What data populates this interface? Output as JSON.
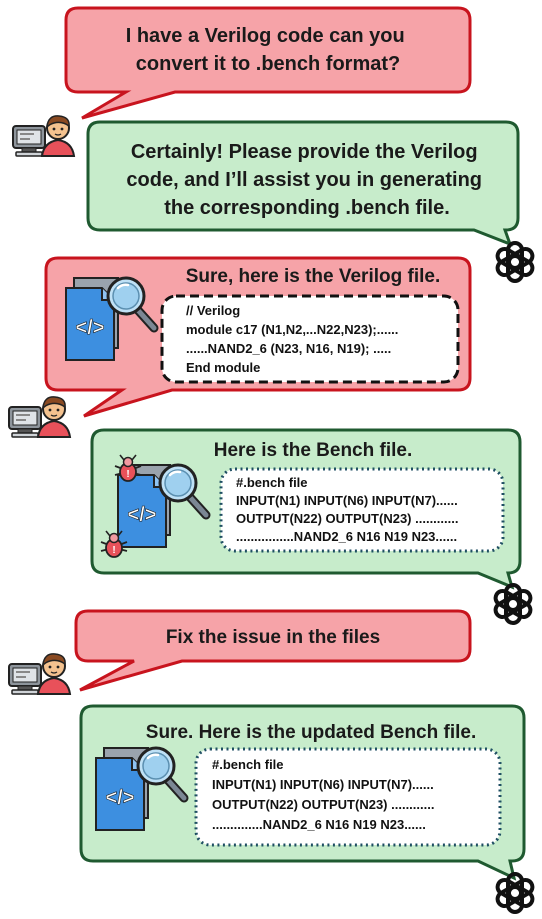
{
  "messages": [
    {
      "role": "user",
      "text_lines": [
        "I have a Verilog code can you",
        "convert it to .bench format?"
      ]
    },
    {
      "role": "assistant",
      "text_lines": [
        "Certainly! Please provide the Verilog",
        "code, and I’ll assist you in generating",
        "the corresponding .bench file."
      ]
    },
    {
      "role": "user",
      "title": "Sure, here is the Verilog file.",
      "code_lines": [
        "// Verilog",
        "module c17 (N1,N2,...N22,N23);......",
        "......NAND2_6 (N23, N16, N19); .....",
        "End module"
      ]
    },
    {
      "role": "assistant",
      "title": "Here is the Bench file.",
      "code_lines": [
        "#.bench file",
        "INPUT(N1)  INPUT(N6) INPUT(N7)......",
        "OUTPUT(N22) OUTPUT(N23) ............",
        "................NAND2_6 N16 N19 N23......"
      ]
    },
    {
      "role": "user",
      "text_lines": [
        "Fix the issue in the files"
      ]
    },
    {
      "role": "assistant",
      "title": "Sure. Here is the updated Bench file.",
      "code_lines": [
        "#.bench file",
        "INPUT(N1)  INPUT(N6) INPUT(N7)......",
        "OUTPUT(N22) OUTPUT(N23) ............",
        "..............NAND2_6 N16 N19 N23......"
      ]
    }
  ],
  "colors": {
    "user_fill": "#f6a3a8",
    "user_stroke": "#c8141e",
    "assistant_fill": "#c7eccb",
    "assistant_stroke": "#1f5a30",
    "file_blue": "#3d8fe0",
    "file_gray": "#9aa3ad",
    "bug_red": "#e8515a"
  },
  "icons": {
    "user_avatar": "person-at-computer-icon",
    "assistant_avatar": "openai-logo-icon",
    "file": "code-file-magnifier-icon",
    "bug": "bug-icon"
  }
}
